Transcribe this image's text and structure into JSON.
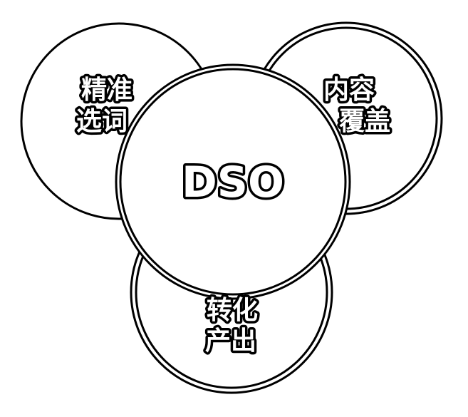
{
  "diagram": {
    "center": {
      "label": "DSO"
    },
    "petals": [
      {
        "id": "top-left",
        "line1": "精准",
        "line2": "选词"
      },
      {
        "id": "top-right",
        "line1": "内容",
        "line2": "覆盖"
      },
      {
        "id": "bottom",
        "line1": "转化",
        "line2": "产出"
      }
    ]
  },
  "colors": {
    "stroke": "#000000",
    "fill": "#ffffff"
  }
}
